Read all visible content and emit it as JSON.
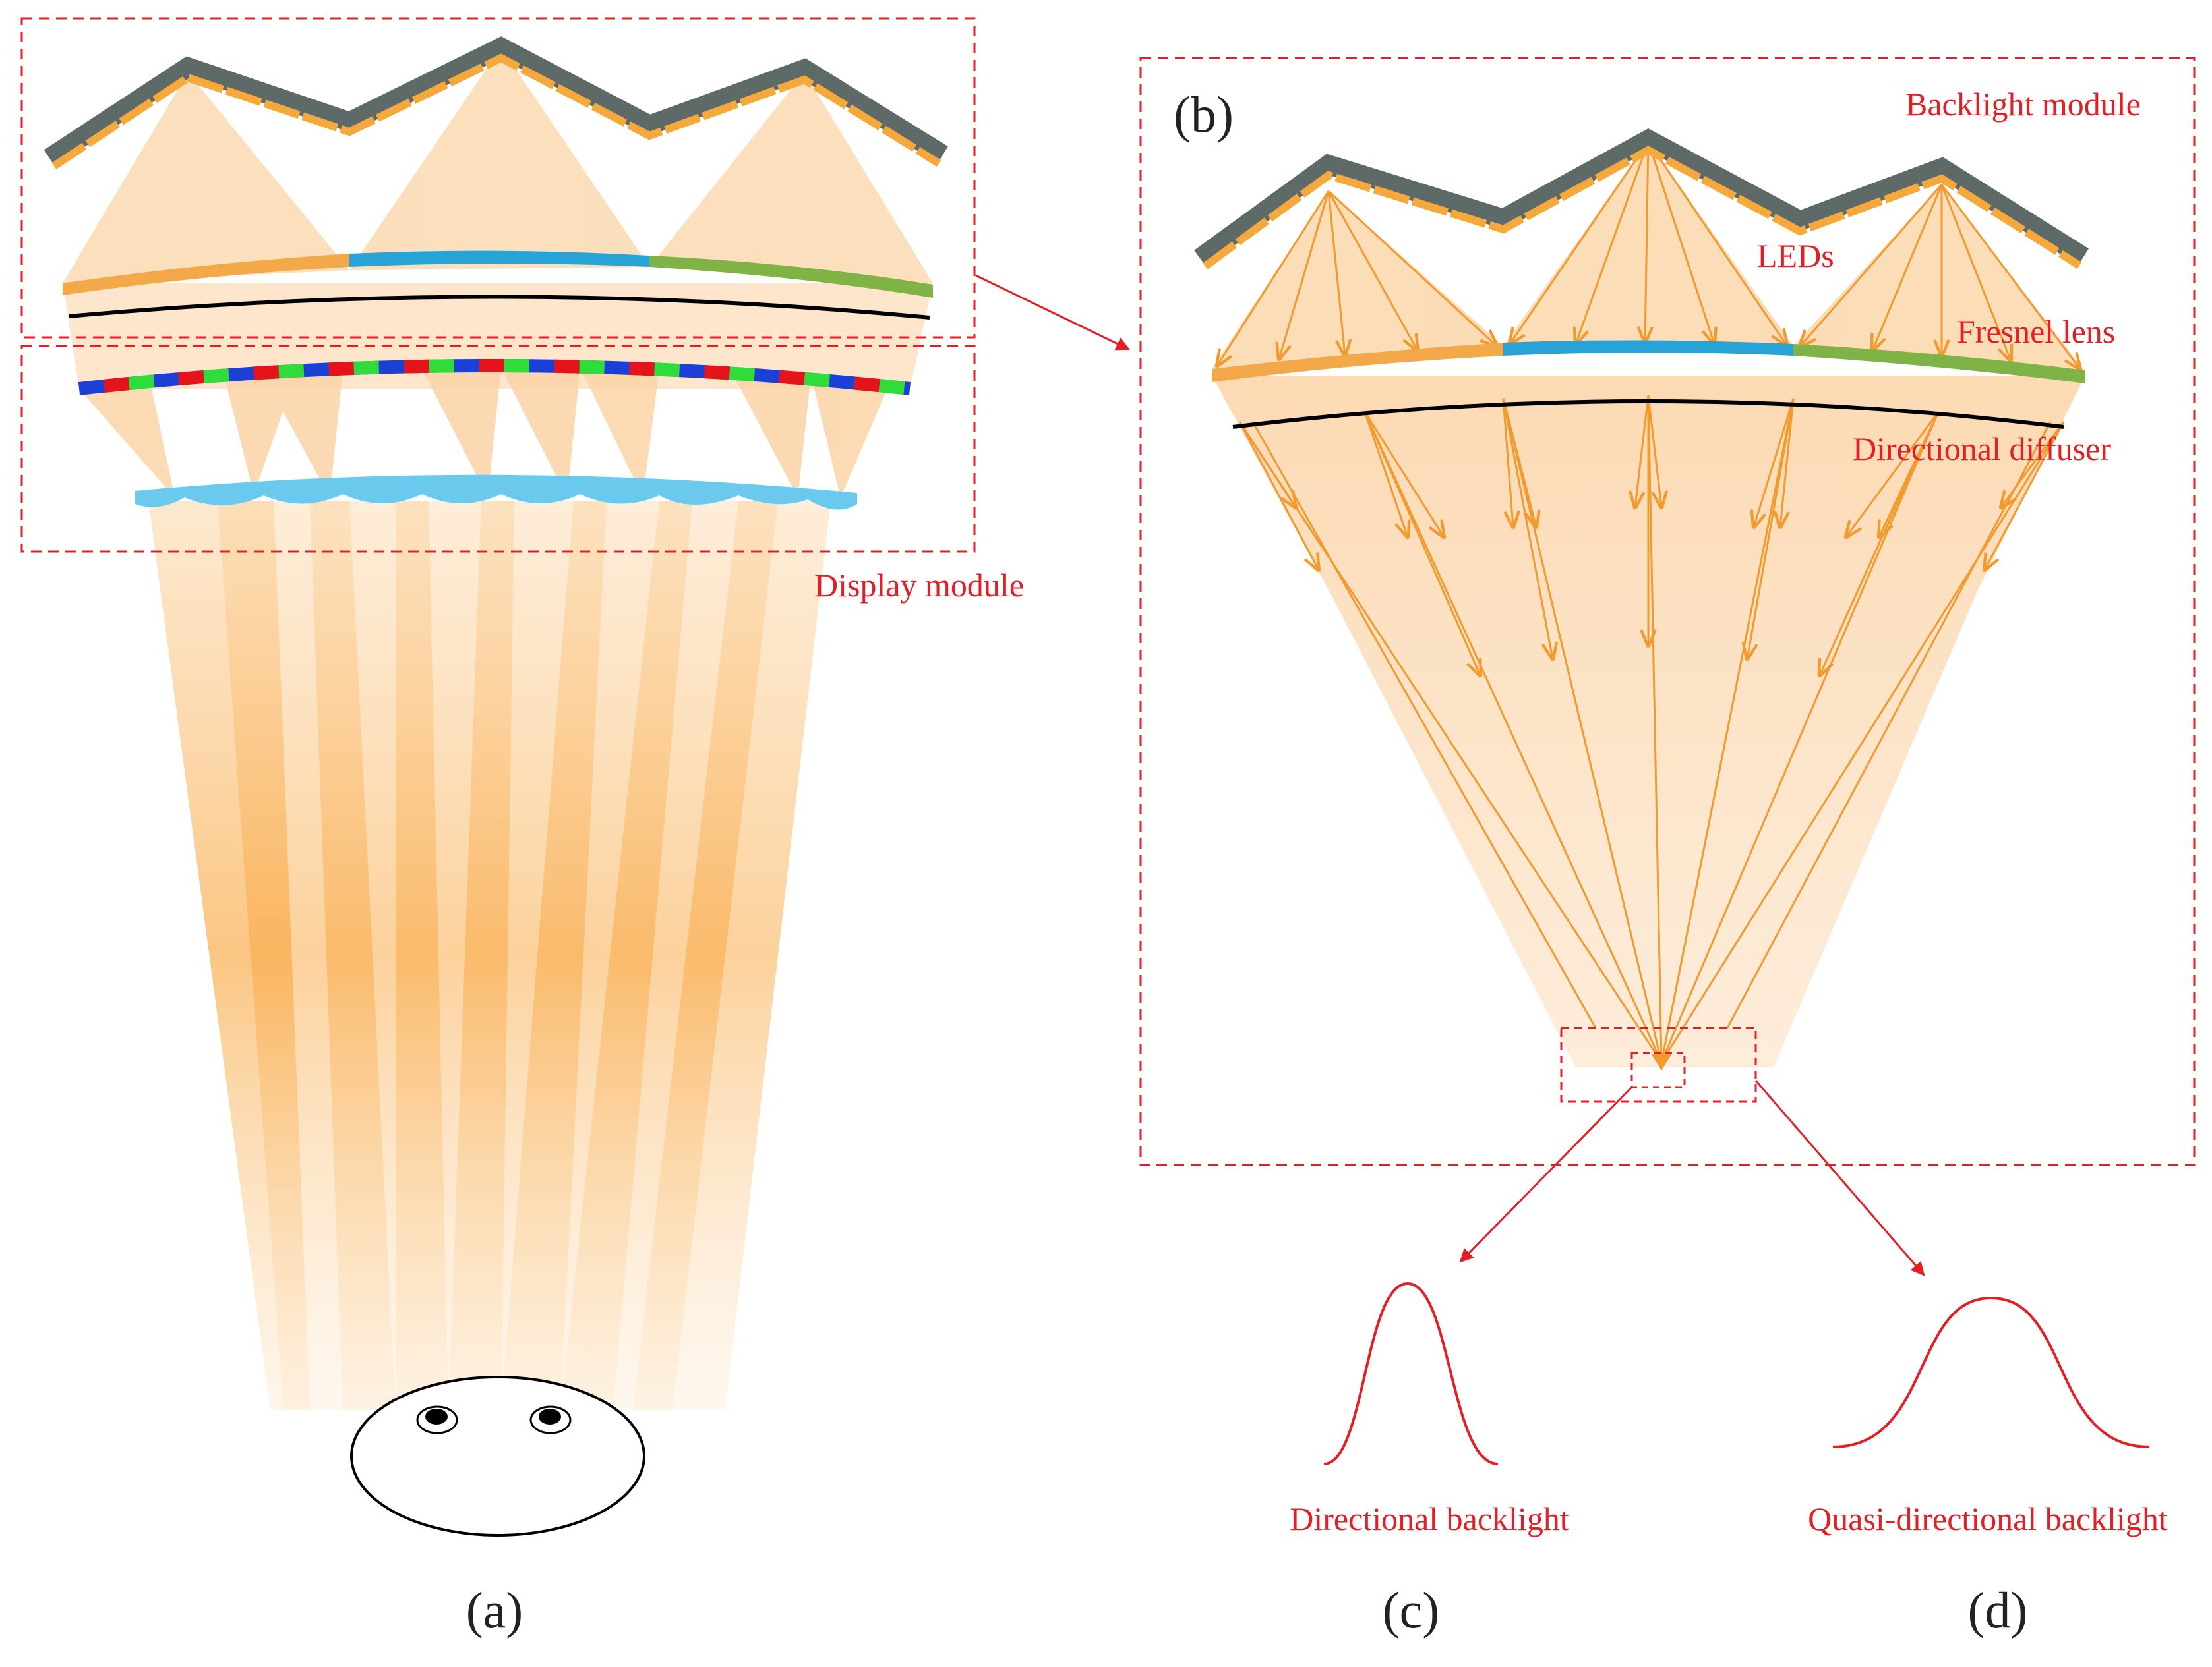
{
  "labels": {
    "backlight_module": "Backlight module",
    "leds": "LEDs",
    "fresnel_lens": "Fresnel lens",
    "directional_diffuser": "Directional diffuser",
    "display_module": "Display module",
    "directional_backlight": "Directional backlight",
    "quasi_directional_backlight": "Quasi-directional backlight"
  },
  "panels": {
    "a": "(a)",
    "b": "(b)",
    "c": "(c)",
    "d": "(d)"
  },
  "colors": {
    "annotation": "#e51e25",
    "light": "#f7a236",
    "led_panel": "#5d6a68",
    "led_chip": "#f5a83c",
    "fresnel_left": "#f3a84a",
    "fresnel_center": "#27a3d8",
    "fresnel_right": "#7fb346",
    "lens_array": "#6cc9ee"
  }
}
